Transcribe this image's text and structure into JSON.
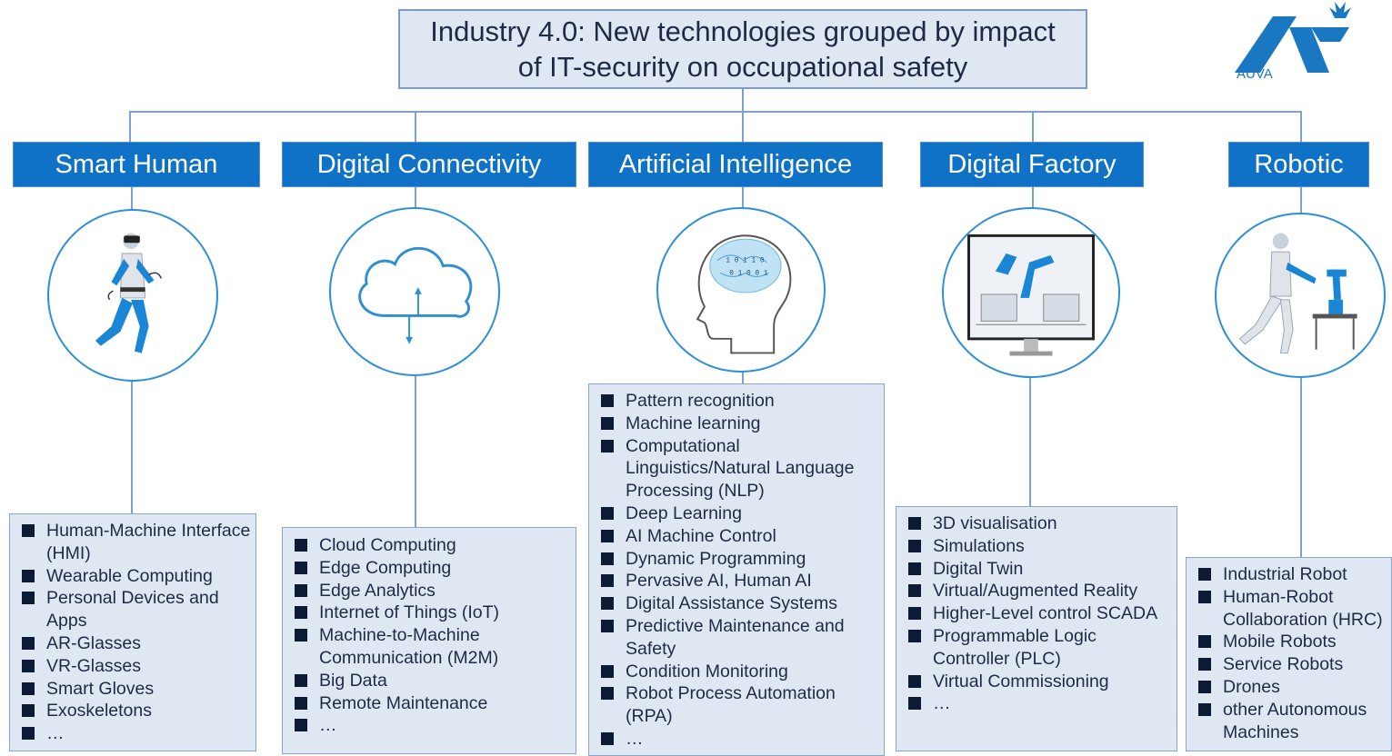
{
  "title": {
    "line1": "Industry 4.0: New technologies grouped by impact",
    "line2": "of IT-security on occupational safety"
  },
  "logo": {
    "text": "AUVA",
    "color": "#1a78c2"
  },
  "colors": {
    "category_bg": "#0f72c6",
    "box_bg": "#dfe7f2",
    "connector": "#7ea1cc",
    "accent": "#2f8fd4"
  },
  "categories": [
    {
      "name": "Smart Human",
      "icon": "person-vr-headset-icon",
      "items": [
        "Human-Machine Interface (HMI)",
        "Wearable Computing",
        "Personal Devices and Apps",
        "AR-Glasses",
        "VR-Glasses",
        "Smart Gloves",
        "Exoskeletons",
        "…"
      ]
    },
    {
      "name": "Digital Connectivity",
      "icon": "cloud-sync-icon",
      "items": [
        "Cloud Computing",
        "Edge Computing",
        "Edge Analytics",
        "Internet of Things (IoT)",
        "Machine-to-Machine Communication (M2M)",
        "Big Data",
        "Remote Maintenance",
        "…"
      ]
    },
    {
      "name": "Artificial Intelligence",
      "icon": "head-brain-icon",
      "items": [
        "Pattern recognition",
        "Machine learning",
        "Computational Linguistics/Natural Language Processing (NLP)",
        "Deep Learning",
        "AI Machine Control",
        "Dynamic Programming",
        "Pervasive AI, Human AI",
        "Digital Assistance Systems",
        "Predictive Maintenance and Safety",
        "Condition Monitoring",
        "Robot Process Automation (RPA)",
        "…"
      ]
    },
    {
      "name": "Digital Factory",
      "icon": "factory-monitor-icon",
      "items": [
        "3D visualisation",
        "Simulations",
        "Digital Twin",
        "Virtual/Augmented Reality",
        "Higher-Level control SCADA",
        "Programmable Logic Controller (PLC)",
        "Virtual Commissioning",
        "…"
      ]
    },
    {
      "name": "Robotic",
      "icon": "human-robot-collaboration-icon",
      "items": [
        "Industrial Robot",
        "Human-Robot Collaboration (HRC)",
        "Mobile Robots",
        "Service Robots",
        "Drones",
        "other Autonomous Machines"
      ]
    }
  ]
}
